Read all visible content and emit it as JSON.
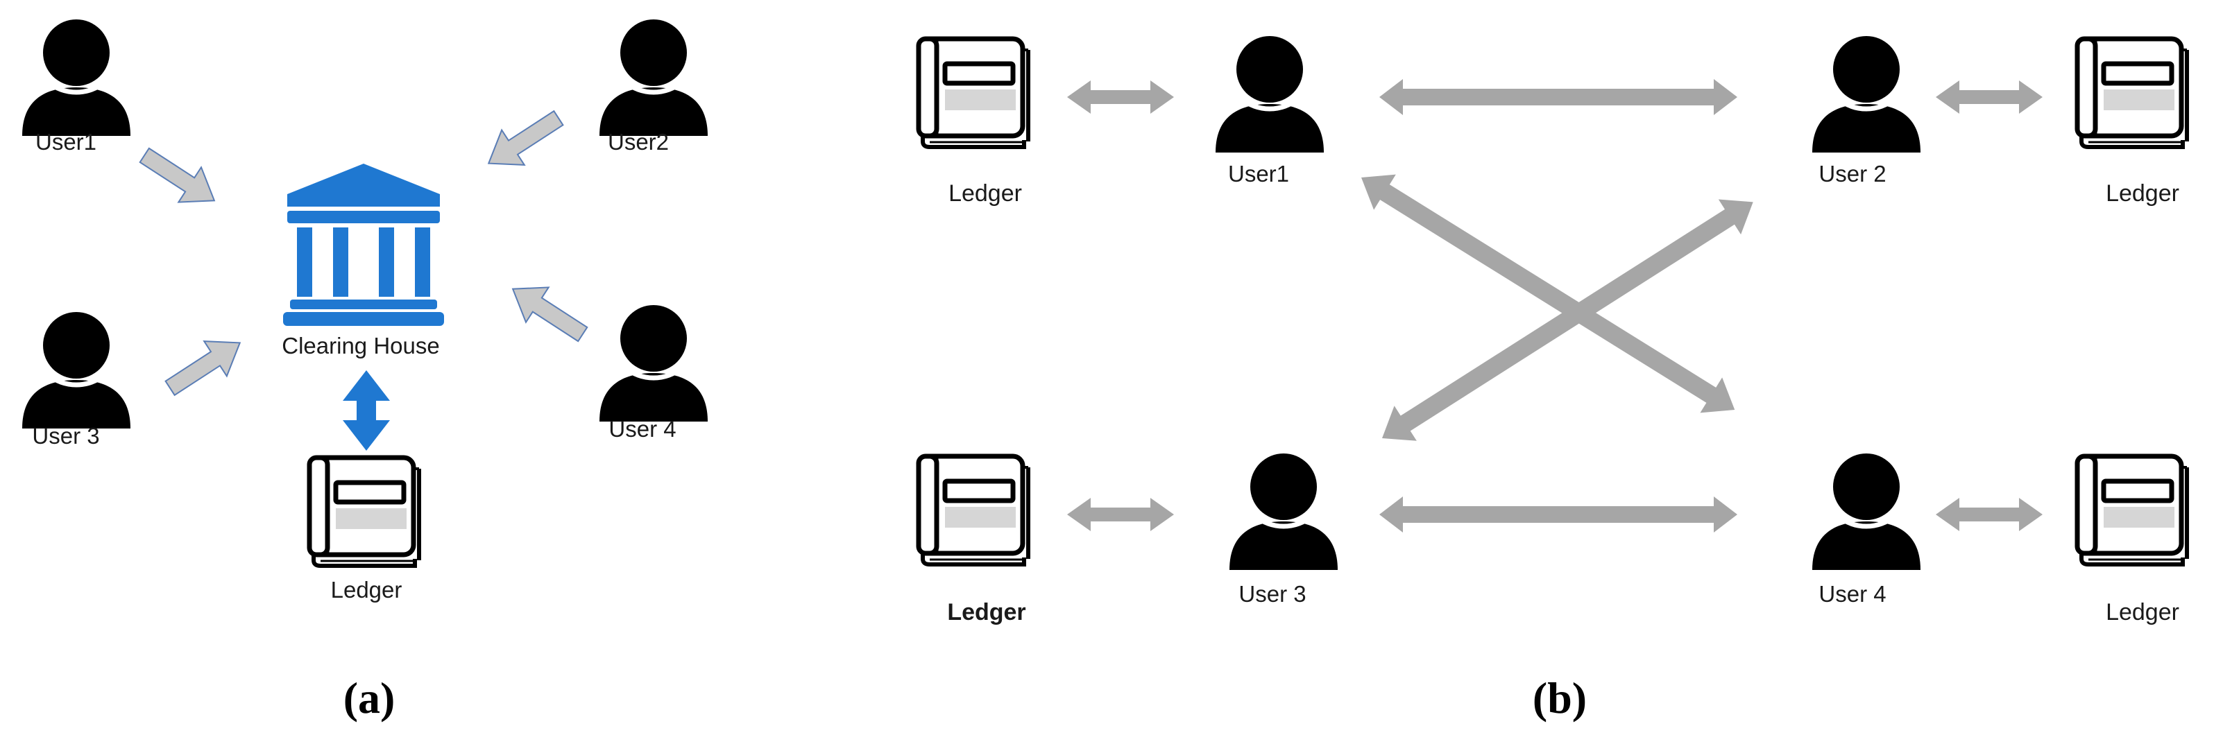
{
  "panel_a": {
    "label": "(a)",
    "users": [
      "User1",
      "User2",
      "User 3",
      "User 4"
    ],
    "center": "Clearing House",
    "ledger": "Ledger"
  },
  "panel_b": {
    "label": "(b)",
    "users": [
      "User1",
      "User 2",
      "User 3",
      "User 4"
    ],
    "ledgers": [
      "Ledger",
      "Ledger",
      "Ledger",
      "Ledger"
    ]
  },
  "colors": {
    "arrow_a_fill": "#c8c8c8",
    "arrow_a_stroke": "#5a7db5",
    "bank_blue": "#1f78d1",
    "arrow_b": "#a6a6a6",
    "person": "#000000"
  },
  "icons": {
    "person": "user-icon",
    "bank": "bank-icon",
    "ledger": "ledger-book-icon"
  }
}
